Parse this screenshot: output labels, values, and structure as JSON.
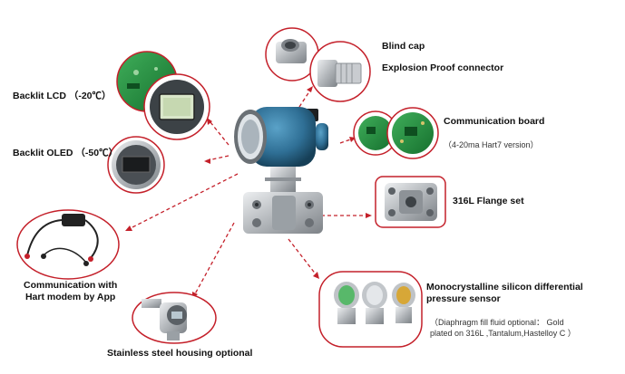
{
  "labels": {
    "backlit_lcd": "Backlit LCD （-20℃）",
    "backlit_oled": "Backlit OLED （-50℃）",
    "hart_modem_line1": "Communication with",
    "hart_modem_line2": "Hart modem by App",
    "stainless_housing": "Stainless steel housing optional",
    "blind_cap": "Blind cap",
    "explosion_proof": "Explosion Proof connector",
    "comm_board": "Communication board",
    "comm_board_note": "（4-20ma Hart7 version）",
    "flange_set": "316L Flange set",
    "sensor_line1": "Monocrystalline silicon differential",
    "sensor_line2": "pressure sensor",
    "sensor_note_line1": "（Diaphragm fill fluid optional： Gold",
    "sensor_note_line2": "plated on 316L ,Tantalum,Hastelloy C ）"
  },
  "colors": {
    "accent_red": "#c4202a",
    "housing_blue": "#2f6f95",
    "pcb_green": "#1f8a3c",
    "steel": "#b9bcc0"
  }
}
